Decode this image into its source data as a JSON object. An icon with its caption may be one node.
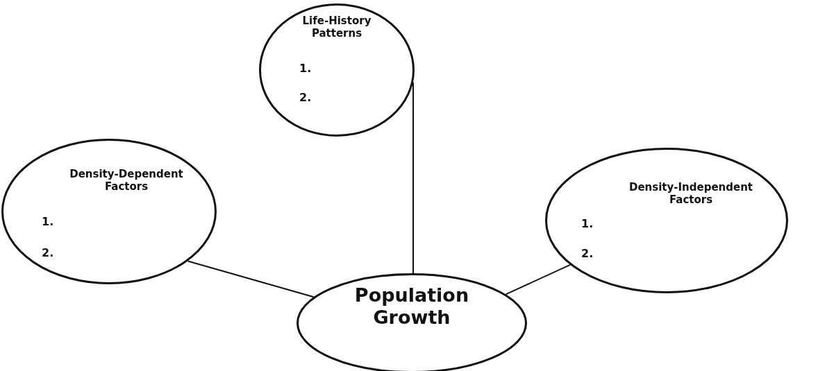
{
  "diagram": {
    "nodes": [
      {
        "text": [
          "Life-History Patterns",
          "1.",
          "2."
        ]
      },
      {
        "text": [
          "Density-Dependent Factors",
          "1.",
          "2."
        ]
      },
      {
        "text": [
          "Density-Independent Factors",
          "1.",
          "2."
        ]
      },
      {
        "text": [
          "Population Growth"
        ]
      }
    ],
    "edges": [
      {
        "from": 0,
        "to": 3,
        "arrow": "none"
      },
      {
        "from": 1,
        "to": 3,
        "arrow": "none"
      },
      {
        "from": 2,
        "to": 3,
        "arrow": "none"
      }
    ]
  }
}
